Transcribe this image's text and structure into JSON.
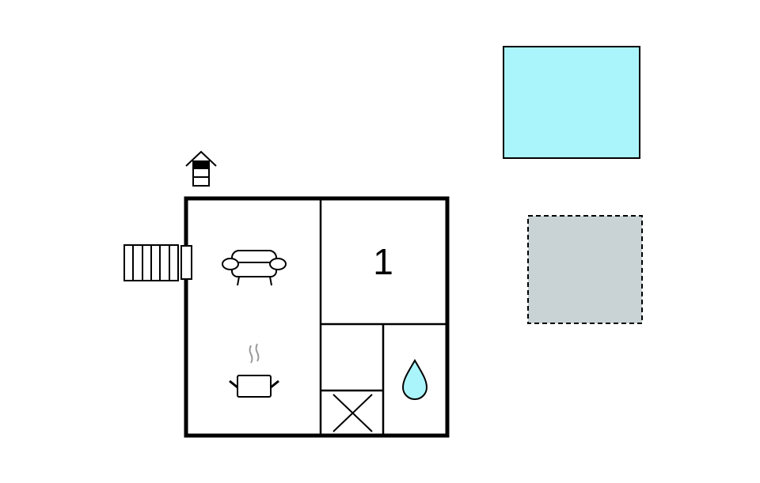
{
  "floorplan": {
    "bedroom_number": "1",
    "rooms": [
      "living-room",
      "kitchen",
      "bedroom",
      "storage",
      "wc",
      "bathroom"
    ],
    "icons": [
      "entrance-arrow-icon",
      "stairs-icon",
      "door-icon",
      "sofa-icon",
      "cooking-pot-icon",
      "x-mark-icon",
      "water-drop-icon"
    ],
    "outdoor": [
      "pool",
      "terrace"
    ]
  },
  "colors": {
    "pool": "#aaf5fc",
    "terrace": "#c9d3d6",
    "water_drop": "#aaf5fc",
    "walls": "#000000",
    "steam": "#999999"
  }
}
